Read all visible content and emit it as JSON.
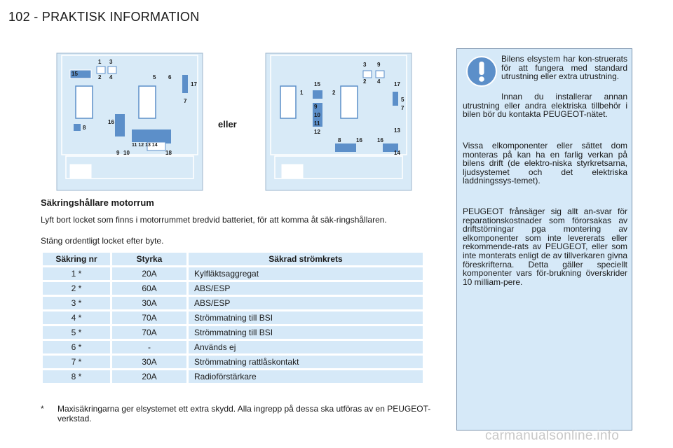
{
  "header": {
    "page_title": "102 - PRAKTISK INFORMATION"
  },
  "diagrams": {
    "or_label": "eller",
    "left_labels": [
      "1",
      "3",
      "2",
      "4",
      "15",
      "5",
      "6",
      "17",
      "7",
      "16",
      "8",
      "11 12 13 14",
      "9",
      "10",
      "18"
    ],
    "right_labels": [
      "3",
      "9",
      "2",
      "4",
      "15",
      "1",
      "2",
      "17",
      "5",
      "7",
      "9",
      "10",
      "11",
      "12",
      "8",
      "16",
      "16",
      "13",
      "14"
    ]
  },
  "section": {
    "heading": "Säkringshållare motorrum",
    "paragraph1": "Lyft bort locket som finns i motorrummet bredvid batteriet, för att komma åt säk-ringshållaren.",
    "paragraph2": "Stäng ordentligt locket efter byte."
  },
  "fuse_table": {
    "headers": [
      "Säkring nr",
      "Styrka",
      "Säkrad strömkrets"
    ],
    "rows": [
      [
        "1 *",
        "20A",
        "Kylfläktsaggregat"
      ],
      [
        "2 *",
        "60A",
        "ABS/ESP"
      ],
      [
        "3 *",
        "30A",
        "ABS/ESP"
      ],
      [
        "4 *",
        "70A",
        "Strömmatning till BSI"
      ],
      [
        "5 *",
        "70A",
        "Strömmatning till BSI"
      ],
      [
        "6 *",
        "-",
        "Används ej"
      ],
      [
        "7 *",
        "30A",
        "Strömmatning rattlåskontakt"
      ],
      [
        "8 *",
        "20A",
        "Radioförstärkare"
      ]
    ]
  },
  "footnote": {
    "marker": "*",
    "text": "Maxisäkringarna ger elsystemet ett extra skydd. Alla ingrepp på dessa ska utföras av en PEUGEOT-verkstad."
  },
  "info_box": {
    "icon": "exclamation-icon",
    "paragraph1": "Bilens elsystem har kon-struerats för att fungera med standard utrustning eller extra utrustning.",
    "paragraph2": "Innan du installerar annan utrustning eller andra elektriska tillbehör i bilen bör du kontakta PEUGEOT-nätet.",
    "paragraph3": "Vissa elkomponenter eller sättet dom monteras på kan ha en farlig verkan på bilens drift (de elektro-niska styrkretsarna, ljudsystemet och det elektriska laddningssys-temet).",
    "paragraph4": "PEUGEOT frånsäger sig allt an-svar för reparationskostnader som förorsakas av driftstörningar pga montering av elkomponenter som inte levererats eller rekommende-rats av PEUGEOT, eller som inte monterats enligt de av tillverkaren givna föreskrifterna. Detta gäller speciellt komponenter vars för-brukning överskrider 10 milliam-pere."
  },
  "watermark": "carmanualsonline.info",
  "colors": {
    "table_cell": "#d6e9f8",
    "info_box": "#d6e9f8",
    "diagram_bg": "#d8eaf7",
    "icon_bg": "#5c8fc9"
  }
}
